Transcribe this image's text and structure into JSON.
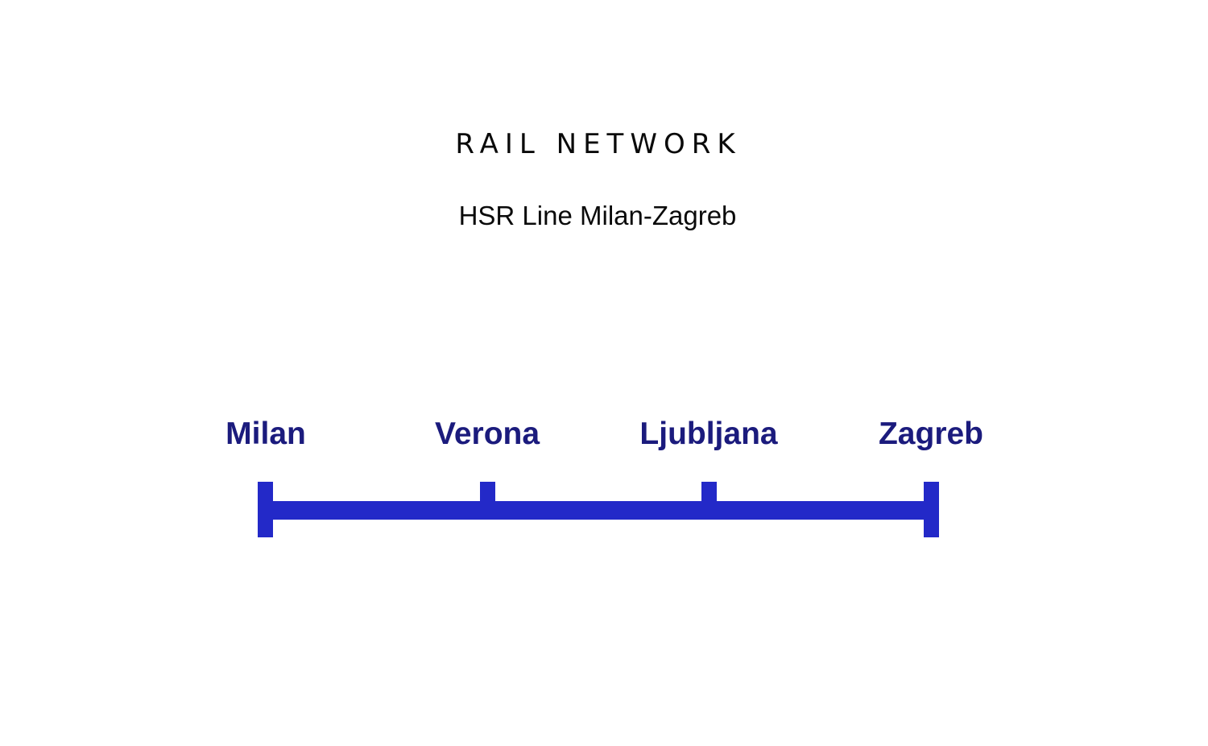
{
  "header": {
    "title": "RAIL NETWORK",
    "subtitle": "HSR Line Milan-Zagreb"
  },
  "diagram": {
    "type": "rail-line",
    "line_color": "#2329C8",
    "label_color": "#1B1B7D",
    "background_color": "#ffffff",
    "stations": [
      {
        "name": "Milan",
        "terminal": true
      },
      {
        "name": "Verona",
        "terminal": false
      },
      {
        "name": "Ljubljana",
        "terminal": false
      },
      {
        "name": "Zagreb",
        "terminal": true
      }
    ]
  }
}
